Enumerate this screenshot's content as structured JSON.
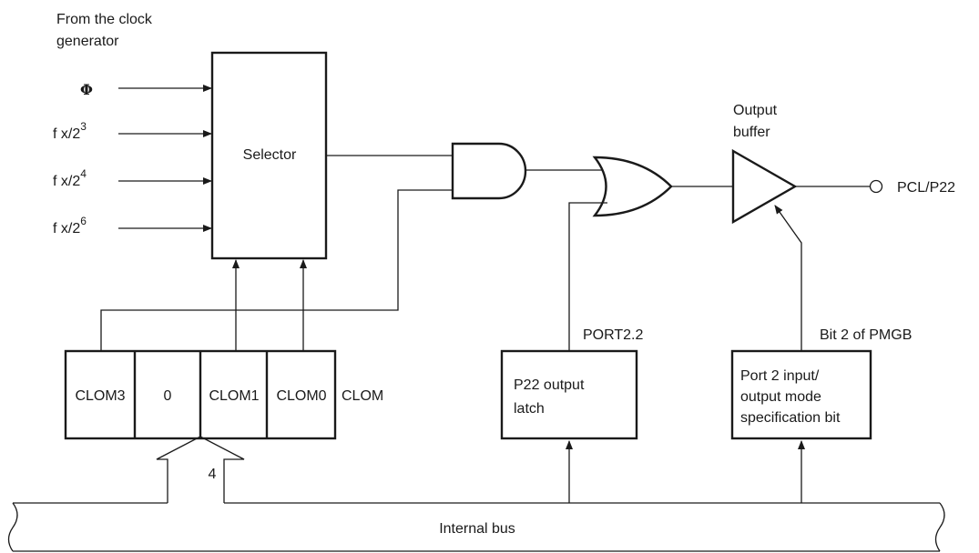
{
  "clock_source": {
    "line1": "From the clock",
    "line2": "generator"
  },
  "inputs": {
    "phi": "Φ",
    "fx3_base": "f x/2",
    "fx3_exp": "3",
    "fx4_base": "f x/2",
    "fx4_exp": "4",
    "fx6_base": "f x/2",
    "fx6_exp": "6"
  },
  "selector": {
    "label": "Selector"
  },
  "output_buffer": {
    "line1": "Output",
    "line2": "buffer"
  },
  "pin_label": "PCL/P22",
  "clom_register": {
    "cells": [
      "CLOM3",
      "0",
      "CLOM1",
      "CLOM0"
    ],
    "name": "CLOM"
  },
  "bus_width": "4",
  "port_label": "PORT2.2",
  "latch": {
    "line1": "P22 output",
    "line2": "latch"
  },
  "pmgb_label": "Bit 2 of PMGB",
  "mode_bit": {
    "line1": "Port 2 input/",
    "line2": "output mode",
    "line3": "specification bit"
  },
  "bus_label": "Internal bus"
}
